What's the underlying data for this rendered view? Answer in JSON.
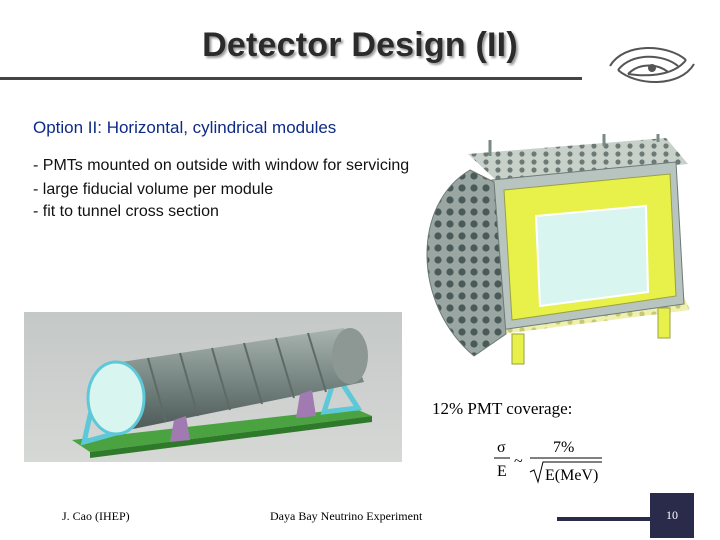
{
  "slide": {
    "title": "Detector Design (II)",
    "subtitle": "Option II: Horizontal, cylindrical modules",
    "bullets": [
      "- PMTs mounted on outside with window for servicing",
      "- large fiducial volume per module",
      "- fit to tunnel cross section"
    ],
    "coverage_label": "12% PMT coverage:",
    "formula": {
      "lhs_num": "σ",
      "lhs_den": "E",
      "tilde": "~",
      "rhs_num": "7%",
      "rhs_den": "E(MeV)"
    }
  },
  "footer": {
    "author": "J. Cao (IHEP)",
    "event": "Daya Bay Neutrino Experiment",
    "page_number": "10"
  },
  "colors": {
    "subtitle": "#0d2a85",
    "footer_box": "#2a2a4a",
    "cylinder": "#7d8c88",
    "support": "#5cc8d8",
    "base": "#4aa340",
    "scintillator": "#e8f04a",
    "window": "#d8f5f0"
  }
}
